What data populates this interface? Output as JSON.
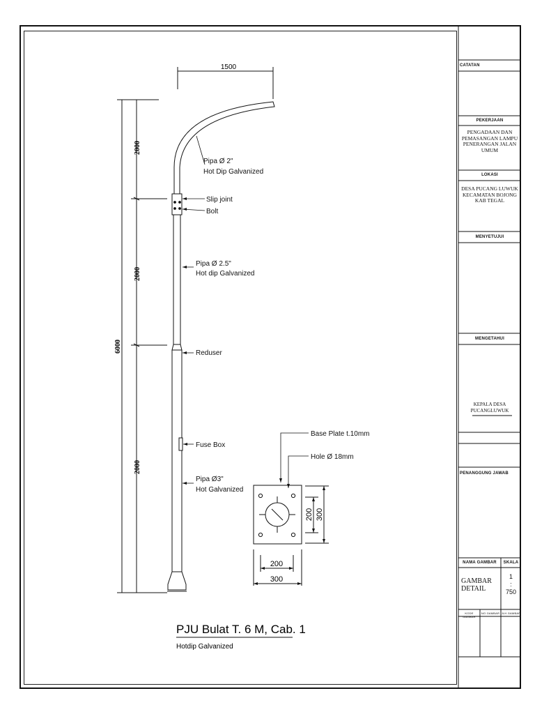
{
  "drawing": {
    "title": "PJU Bulat T. 6 M, Cab. 1",
    "subtitle": "Hotdip Galvanized",
    "dimensions": {
      "arm_reach": "1500",
      "total_height": "6000",
      "seg_top": "2000",
      "seg_mid": "2000",
      "seg_bottom": "2000",
      "plate_w_inner": "200",
      "plate_w_outer": "300",
      "plate_h_inner": "200",
      "plate_h_outer": "300"
    },
    "labels": {
      "pipe_top": "Pipa Ø 2\"",
      "pipe_top_finish": "Hot Dip Galvanized",
      "slip_joint": "Slip joint",
      "bolt": "Bolt",
      "pipe_mid": "Pipa Ø 2.5\"",
      "pipe_mid_finish": "Hot dip Galvanized",
      "reducer": "Reduser",
      "fuse_box": "Fuse Box",
      "pipe_bottom": "Pipa Ø3\"",
      "pipe_bottom_finish": "Hot Galvanized",
      "base_plate": "Base Plate t.10mm",
      "hole": "Hole Ø 18mm"
    }
  },
  "title_block": {
    "catatan": "CATATAN",
    "pekerjaan_label": "PEKERJAAN",
    "pekerjaan_lines": [
      "PENGADAAN DAN",
      "PEMASANGAN LAMPU",
      "PENERANGAN JALAN UMUM"
    ],
    "lokasi_label": "LOKASI",
    "lokasi_lines": [
      "DESA PUCANG LUWUK",
      "KECAMATAN BOJONG",
      "KAB TEGAL"
    ],
    "menyetujui_label": "MENYETUJUI",
    "mengetahui_label": "MENGETAHUI",
    "kepala_lines": [
      "KEPALA DESA",
      "PUCANGLUWUK"
    ],
    "penanggung_label": "PENANGGUNG JAWAB",
    "nama_gambar_label": "NAMA GAMBAR",
    "skala_label": "SKALA",
    "gambar_lines": [
      "GAMBAR",
      "DETAIL"
    ],
    "skala_value_lines": [
      "1",
      ":",
      "750"
    ],
    "kode_gambar_label": "KODE GAMBAR",
    "no_gambar_label": "NO GAMBAR",
    "jlh_gambar_label": "JLH GAMBAR"
  }
}
